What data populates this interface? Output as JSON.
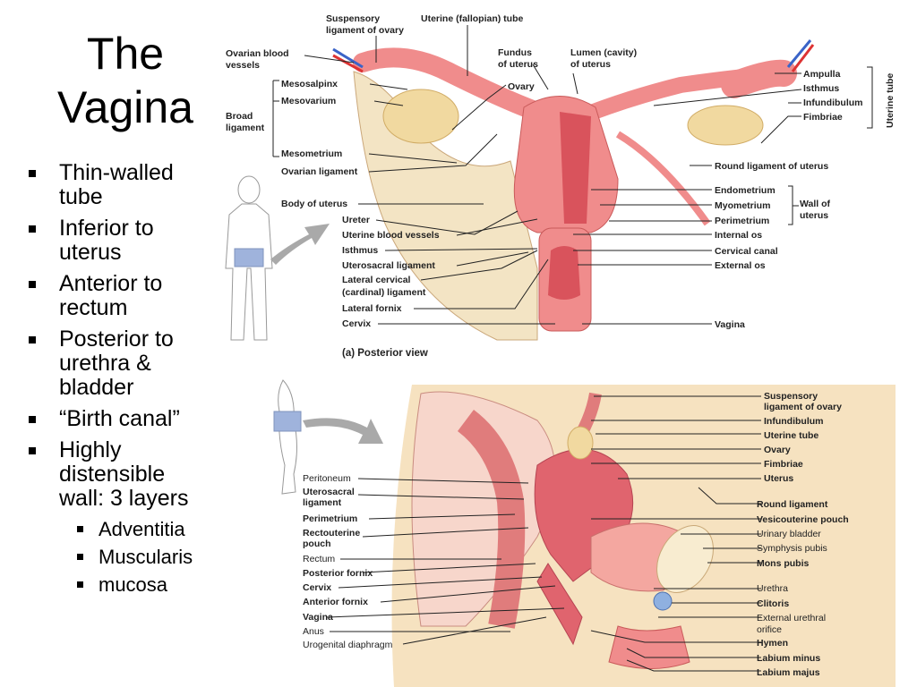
{
  "slide": {
    "title_line1": "The",
    "title_line2": "Vagina",
    "bullets": [
      "Thin-walled tube",
      "Inferior to uterus",
      "Anterior to rectum",
      "Posterior to urethra & bladder",
      "“Birth canal”",
      "Highly distensible wall: 3 layers"
    ],
    "sub_bullets": [
      "Adventitia",
      "Muscularis",
      "mucosa"
    ]
  },
  "figure_a": {
    "caption": "(a) Posterior view",
    "labels": {
      "suspensory1": "Suspensory",
      "suspensory2": "ligament of ovary",
      "uterine_tube": "Uterine (fallopian) tube",
      "ovarian_vessels1": "Ovarian blood",
      "ovarian_vessels2": "vessels",
      "fundus1": "Fundus",
      "fundus2": "of uterus",
      "lumen1": "Lumen (cavity)",
      "lumen2": "of uterus",
      "ampulla": "Ampulla",
      "isthmus_r": "Isthmus",
      "infundibulum": "Infundibulum",
      "fimbriae": "Fimbriae",
      "uterine_tube_side": "Uterine tube",
      "mesosalpinx": "Mesosalpinx",
      "ovary": "Ovary",
      "mesovarium": "Mesovarium",
      "broad1": "Broad",
      "broad2": "ligament",
      "mesometrium": "Mesometrium",
      "ovarian_ligament": "Ovarian ligament",
      "round_ligament": "Round ligament of uterus",
      "body_of_uterus": "Body of uterus",
      "endometrium": "Endometrium",
      "myometrium": "Myometrium",
      "perimetrium": "Perimetrium",
      "wall1": "Wall of",
      "wall2": "uterus",
      "ureter": "Ureter",
      "uterine_vessels": "Uterine blood vessels",
      "internal_os": "Internal os",
      "isthmus_l": "Isthmus",
      "cervical_canal": "Cervical canal",
      "uterosacral": "Uterosacral ligament",
      "external_os": "External os",
      "lateral_cervical1": "Lateral cervical",
      "lateral_cervical2": "(cardinal) ligament",
      "lateral_fornix": "Lateral fornix",
      "cervix": "Cervix",
      "vagina": "Vagina"
    }
  },
  "figure_b": {
    "labels": {
      "suspensory1": "Suspensory",
      "suspensory2": "ligament of ovary",
      "infundibulum": "Infundibulum",
      "uterine_tube": "Uterine tube",
      "ovary": "Ovary",
      "fimbriae": "Fimbriae",
      "peritoneum": "Peritoneum",
      "uterus": "Uterus",
      "uterosacral1": "Uterosacral",
      "uterosacral2": "ligament",
      "round_ligament": "Round ligament",
      "perimetrium": "Perimetrium",
      "vesicouterine": "Vesicouterine pouch",
      "rectouterine1": "Rectouterine",
      "rectouterine2": "pouch",
      "urinary_bladder": "Urinary bladder",
      "symphysis": "Symphysis pubis",
      "rectum": "Rectum",
      "mons": "Mons pubis",
      "posterior_fornix": "Posterior fornix",
      "cervix": "Cervix",
      "urethra": "Urethra",
      "anterior_fornix": "Anterior fornix",
      "clitoris": "Clitoris",
      "vagina": "Vagina",
      "ext_urethral1": "External urethral",
      "ext_urethral2": "orifice",
      "anus": "Anus",
      "hymen": "Hymen",
      "urogenital": "Urogenital diaphragm",
      "labium_minus": "Labium minus",
      "labium_majus": "Labium majus"
    }
  },
  "colors": {
    "tissue_pink": "#f08c8c",
    "tissue_dark": "#d9535c",
    "ligament_cream": "#f3e4c4",
    "ovary_yellow": "#f1d9a0",
    "silhouette_blue": "#9fb3dc",
    "arrow_gray": "#a9a9a9"
  }
}
